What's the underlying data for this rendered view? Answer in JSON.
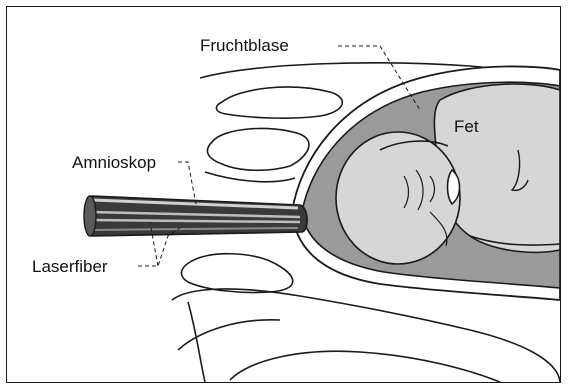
{
  "labels": {
    "fruchtblase": "Fruchtblase",
    "fet": "Fet",
    "amnioskop": "Amnioskop",
    "laserfiber": "Laserfiber"
  },
  "colors": {
    "line": "#1a1a1a",
    "amniotic_fluid": "#9a9a9a",
    "fetus": "#d6d6d6",
    "tissue": "#ffffff",
    "scope_dark": "#3a3a3a",
    "scope_light": "#bdbdbd"
  },
  "icons": {
    "amnioscope": "amnioscope-icon",
    "fetus": "fetus-icon",
    "uterus": "uterus-icon"
  }
}
